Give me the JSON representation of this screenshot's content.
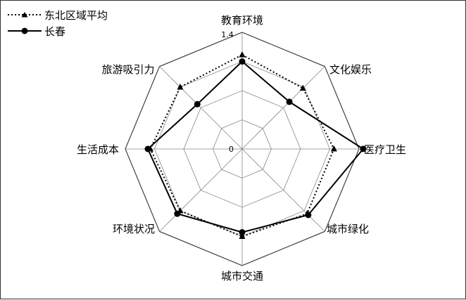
{
  "chart_data": {
    "type": "radar",
    "title": "",
    "axes": [
      "教育环境",
      "文化娱乐",
      "医疗卫生",
      "城市绿化",
      "城市交通",
      "环境状况",
      "生活成本",
      "旅游吸引力"
    ],
    "range": [
      0,
      1.4
    ],
    "tick_labels": [
      "0",
      "1.4"
    ],
    "grid_levels": 4,
    "legend_position": "top-left",
    "series": [
      {
        "name": "东北区域平均",
        "style": "dotted",
        "marker": "triangle",
        "color": "#000000",
        "values": [
          1.13,
          1.03,
          1.1,
          1.1,
          1.05,
          1.05,
          1.1,
          1.05
        ]
      },
      {
        "name": "长春",
        "style": "solid",
        "marker": "circle",
        "color": "#000000",
        "values": [
          1.05,
          0.8,
          1.45,
          1.12,
          1.0,
          1.1,
          1.13,
          0.76
        ]
      }
    ]
  }
}
